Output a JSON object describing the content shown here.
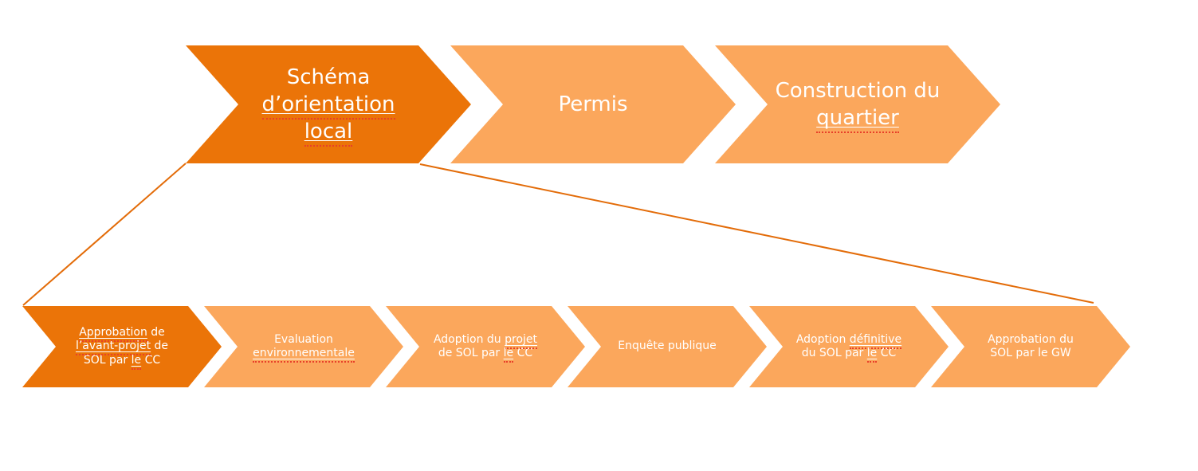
{
  "page": {
    "background": "#ffffff"
  },
  "colors": {
    "step_highlight": "#eb7408",
    "step_normal": "#fba75c",
    "connector_line": "#e36c09",
    "spellcheck_underline": "#e8402a",
    "step_text": "#ffffff"
  },
  "process": {
    "main_steps": [
      {
        "label": "Schéma d’orientation local",
        "highlighted": true,
        "segments": [
          {
            "text": "Schéma ",
            "flagged": false
          },
          {
            "text": "d’orientation",
            "flagged": true
          },
          {
            "text": " ",
            "flagged": false
          },
          {
            "text": "local",
            "flagged": true
          }
        ]
      },
      {
        "label": "Permis",
        "highlighted": false,
        "segments": [
          {
            "text": "Permis",
            "flagged": false
          }
        ]
      },
      {
        "label": "Construction du quartier",
        "highlighted": false,
        "segments": [
          {
            "text": "Construction du ",
            "flagged": false
          },
          {
            "text": "quartier",
            "flagged": true
          }
        ]
      }
    ],
    "detail_steps": [
      {
        "label": "Approbation de l’avant-projet de SOL par le CC",
        "highlighted": true,
        "segments": [
          {
            "text": "Approbation",
            "flagged": true
          },
          {
            "text": " de ",
            "flagged": false
          },
          {
            "text": "l’avant-projet",
            "flagged": true
          },
          {
            "text": " de SOL par ",
            "flagged": false
          },
          {
            "text": "le",
            "flagged": true
          },
          {
            "text": " CC",
            "flagged": false
          }
        ]
      },
      {
        "label": "Evaluation environnementale",
        "highlighted": false,
        "segments": [
          {
            "text": "Evaluation ",
            "flagged": false
          },
          {
            "text": "environnementale",
            "flagged": true
          }
        ]
      },
      {
        "label": "Adoption du projet de SOL par le CC",
        "highlighted": false,
        "segments": [
          {
            "text": "Adoption du ",
            "flagged": false
          },
          {
            "text": "projet",
            "flagged": true
          },
          {
            "text": " de SOL par ",
            "flagged": false
          },
          {
            "text": "le",
            "flagged": true
          },
          {
            "text": " CC",
            "flagged": false
          }
        ]
      },
      {
        "label": "Enquête publique",
        "highlighted": false,
        "segments": [
          {
            "text": "Enquête publique",
            "flagged": false
          }
        ]
      },
      {
        "label": "Adoption définitive du SOL par le CC",
        "highlighted": false,
        "segments": [
          {
            "text": "Adoption ",
            "flagged": false
          },
          {
            "text": "définitive",
            "flagged": true
          },
          {
            "text": " du SOL par ",
            "flagged": false
          },
          {
            "text": "le",
            "flagged": true
          },
          {
            "text": " CC",
            "flagged": false
          }
        ]
      },
      {
        "label": "Approbation du SOL par le GW",
        "highlighted": false,
        "segments": [
          {
            "text": "Approbation du SOL par le GW",
            "flagged": false
          }
        ]
      }
    ]
  }
}
